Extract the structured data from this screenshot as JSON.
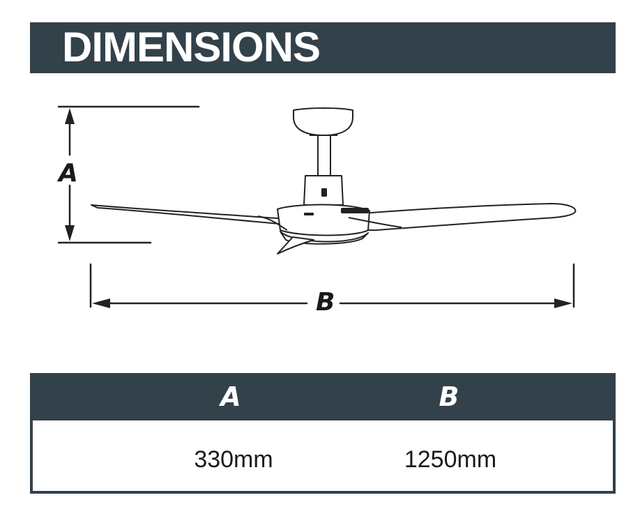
{
  "title": "DIMENSIONS",
  "diagram": {
    "label_a": "A",
    "label_b": "B",
    "line_color": "#222222",
    "fill_color": "#ffffff"
  },
  "table": {
    "header_color": "#33414a",
    "columns": [
      "A",
      "B"
    ],
    "values": [
      "330mm",
      "1250mm"
    ]
  }
}
